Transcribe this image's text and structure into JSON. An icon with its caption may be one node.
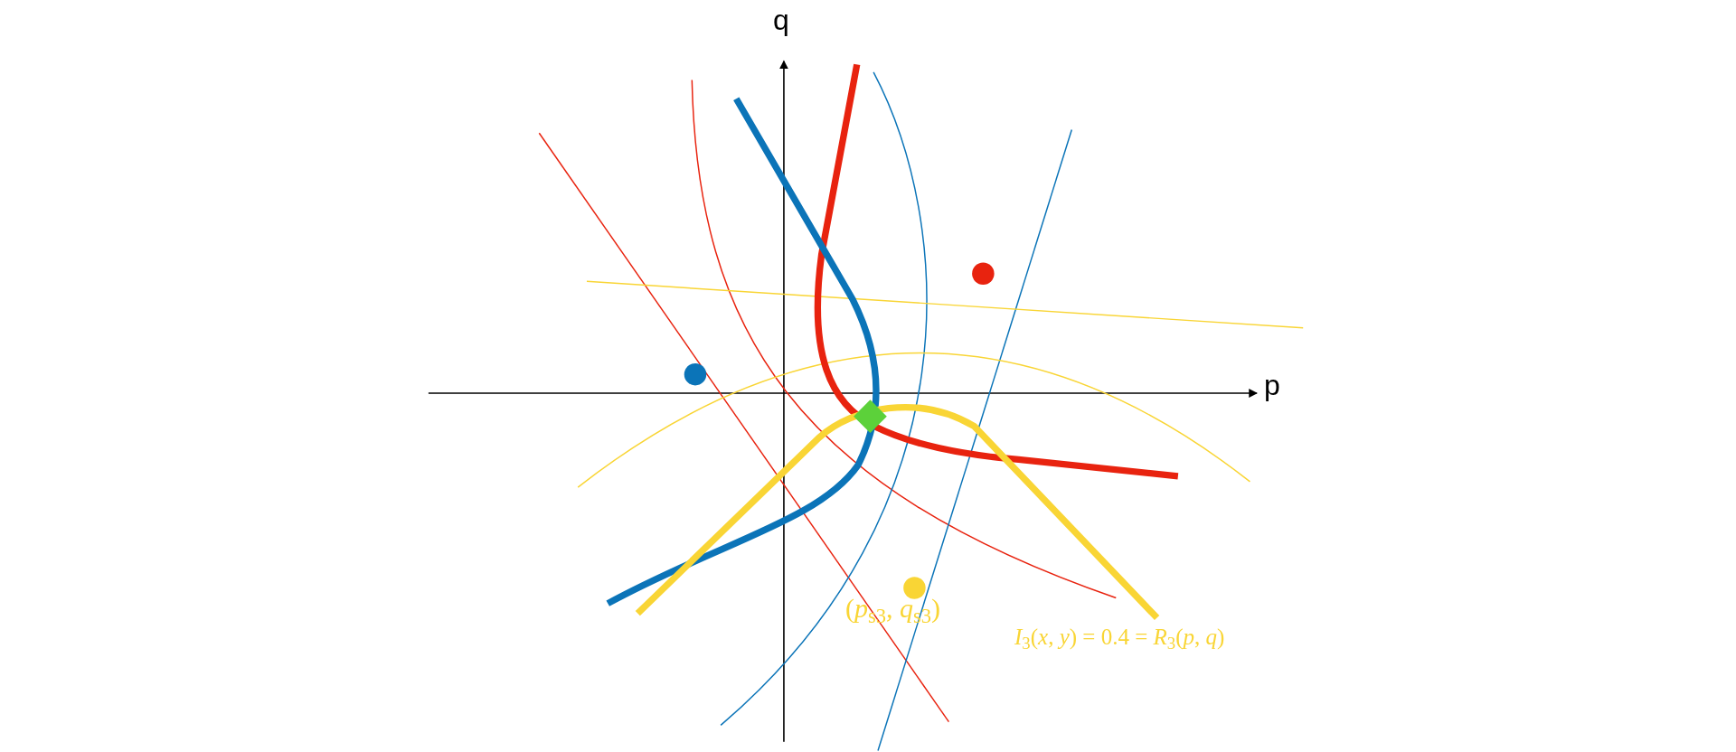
{
  "diagram": {
    "labels": [
      "q",
      "p",
      "(*p*$_{s3}$, *q*$_{s3}$)",
      "*I*$_{3}$(*x*, *y*) = 0.4 = *R*$_{3}$(*p*, *q*)"
    ]
  }
}
